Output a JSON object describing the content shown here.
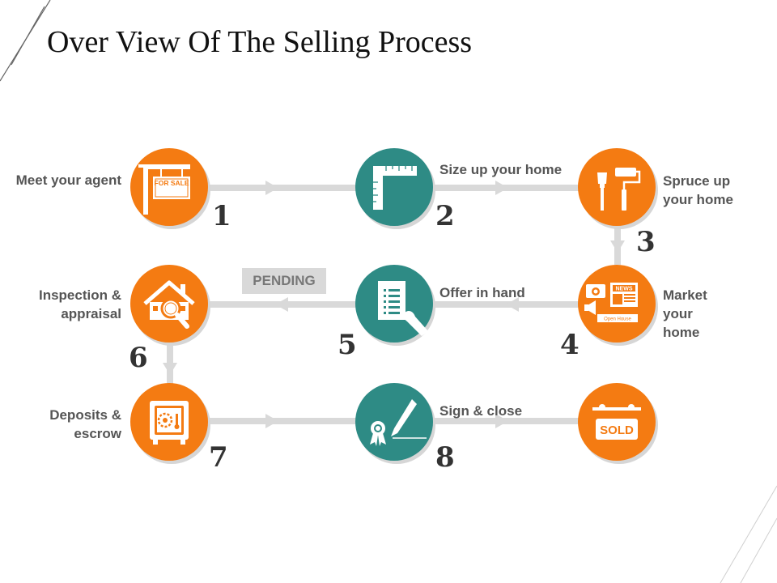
{
  "title": "Over View Of The Selling Process",
  "colors": {
    "orange": "#F47B12",
    "teal": "#2E8B85",
    "connector": "#D9D9D9",
    "text": "#555555"
  },
  "steps": [
    {
      "number": "1",
      "label": "Meet your agent",
      "icon": "for-sale-sign-icon",
      "sign_text": "FOR SALE"
    },
    {
      "number": "2",
      "label": "Size up your home",
      "icon": "ruler-square-icon"
    },
    {
      "number": "3",
      "label": "Spruce up your home",
      "icon": "paint-roller-icon"
    },
    {
      "number": "4",
      "label": "Market your home",
      "icon": "marketing-icon",
      "news_text": "NEWS",
      "sign_text": "Open House"
    },
    {
      "number": "5",
      "label": "Offer in hand",
      "icon": "document-hand-icon"
    },
    {
      "number": "6",
      "label": "Inspection & appraisal",
      "icon": "house-magnifier-icon"
    },
    {
      "number": "7",
      "label": "Deposits & escrow",
      "icon": "safe-icon"
    },
    {
      "number": "8",
      "label": "Sign & close",
      "icon": "pen-seal-icon"
    }
  ],
  "final": {
    "icon": "sold-sign-icon",
    "text": "SOLD"
  },
  "pending_label": "PENDING"
}
